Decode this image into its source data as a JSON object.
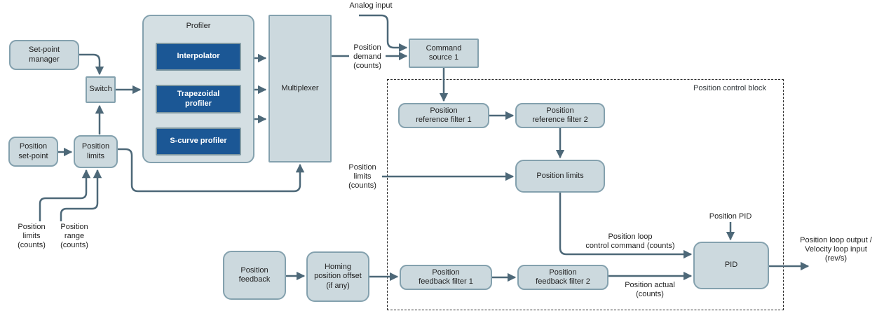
{
  "colors": {
    "node_fill": "#ccd9de",
    "container_fill": "#d4dfe3",
    "node_border": "#84a1ae",
    "dark_node_fill": "#1b5795",
    "dark_node_text": "#ffffff",
    "wire": "#4d6878",
    "text": "#1f1f1f",
    "dashed_border": "#2b2b2b",
    "background": "#ffffff"
  },
  "nodes": {
    "set_point_manager": "Set-point\nmanager",
    "switch": "Switch",
    "profiler": "Profiler",
    "interpolator": "Interpolator",
    "trapezoidal_profiler": "Trapezoidal\nprofiler",
    "s_curve_profiler": "S-curve profiler",
    "multiplexer": "Multiplexer",
    "command_source_1": "Command\nsource 1",
    "position_set_point": "Position\nset-point",
    "position_limits_left": "Position\nlimits",
    "position_feedback": "Position\nfeedback",
    "homing_position_offset": "Homing\nposition offset\n(if any)",
    "position_reference_filter_1": "Position\nreference filter 1",
    "position_reference_filter_2": "Position\nreference filter 2",
    "position_limits_control": "Position limits",
    "position_feedback_filter_1": "Position\nfeedback filter 1",
    "position_feedback_filter_2": "Position\nfeedback filter 2",
    "pid": "PID",
    "position_control_block": "Position control block"
  },
  "labels": {
    "analog_input": "Analog input",
    "position_demand": "Position\ndemand\n(counts)",
    "position_limits_counts_bottom_left": "Position\nlimits\n(counts)",
    "position_range_counts": "Position\nrange\n(counts)",
    "position_limits_counts_mid": "Position\nlimits\n(counts)",
    "position_pid": "Position PID",
    "position_loop_control_command": "Position loop\ncontrol command (counts)",
    "position_actual": "Position actual\n(counts)",
    "position_loop_output": "Position loop output /\nVelocity loop input\n(rev/s)"
  }
}
